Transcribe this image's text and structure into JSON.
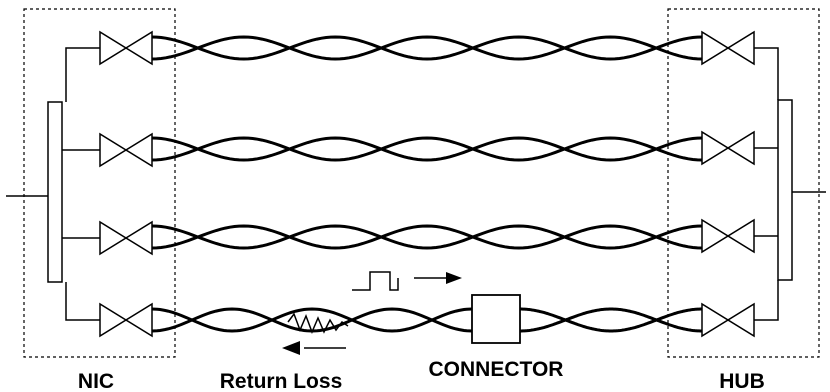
{
  "labels": {
    "nic": "NIC",
    "hub": "HUB",
    "return_loss": "Return Loss",
    "connector": "CONNECTOR"
  },
  "diagram": {
    "pair_count": 4,
    "connector_on_pair": 4,
    "colors": {
      "stroke": "#000000",
      "background": "#ffffff"
    }
  }
}
